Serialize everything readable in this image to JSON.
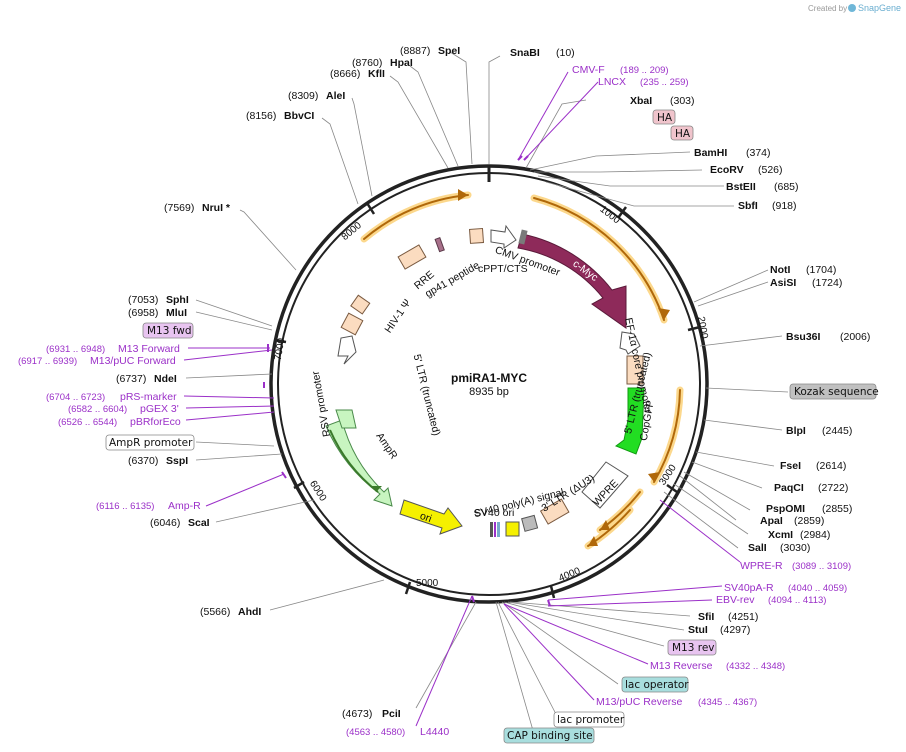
{
  "header": {
    "created_by": "Created by",
    "brand": "SnapGene"
  },
  "plasmid": {
    "name": "pmiRA1-MYC",
    "size": "8935 bp"
  },
  "ring_ticks": [
    "1000",
    "2000",
    "3000",
    "4000",
    "5000",
    "6000",
    "7000",
    "8000"
  ],
  "features": [
    "CMV promoter",
    "c-Myc",
    "EF-1α core promoter",
    "CopGFP",
    "WPRE",
    "3' LTR (ΔU3)",
    "SV40 poly(A) signal",
    "SV40 ori",
    "ori",
    "AmpR",
    "RSV promoter",
    "5' LTR (truncated)",
    "HIV-1 Ψ",
    "RRE",
    "gp41 peptide",
    "cPPT/CTS",
    "5' LTR (truncated)"
  ],
  "sites": [
    {
      "name": "SnaBI",
      "pos": "(10)"
    },
    {
      "name": "XbaI",
      "pos": "(303)"
    },
    {
      "name": "BamHI",
      "pos": "(374)"
    },
    {
      "name": "EcoRV",
      "pos": "(526)"
    },
    {
      "name": "BstEII",
      "pos": "(685)"
    },
    {
      "name": "SbfI",
      "pos": "(918)"
    },
    {
      "name": "NotI",
      "pos": "(1704)"
    },
    {
      "name": "AsiSI",
      "pos": "(1724)"
    },
    {
      "name": "Bsu36I",
      "pos": "(2006)"
    },
    {
      "name": "BlpI",
      "pos": "(2445)"
    },
    {
      "name": "FseI",
      "pos": "(2614)"
    },
    {
      "name": "PaqCI",
      "pos": "(2722)"
    },
    {
      "name": "PspOMI",
      "pos": "(2855)"
    },
    {
      "name": "ApaI",
      "pos": "(2859)"
    },
    {
      "name": "XcmI",
      "pos": "(2984)"
    },
    {
      "name": "SalI",
      "pos": "(3030)"
    },
    {
      "name": "SfiI",
      "pos": "(4251)"
    },
    {
      "name": "StuI",
      "pos": "(4297)"
    },
    {
      "name": "PciI",
      "pos": "(4673)"
    },
    {
      "name": "AhdI",
      "pos": "(5566)"
    },
    {
      "name": "ScaI",
      "pos": "(6046)"
    },
    {
      "name": "SspI",
      "pos": "(6370)"
    },
    {
      "name": "NdeI",
      "pos": "(6737)"
    },
    {
      "name": "MluI",
      "pos": "(6958)"
    },
    {
      "name": "SphI",
      "pos": "(7053)"
    },
    {
      "name": "NruI *",
      "pos": "(7569)"
    },
    {
      "name": "BbvCI",
      "pos": "(8156)"
    },
    {
      "name": "AleI",
      "pos": "(8309)"
    },
    {
      "name": "KflI",
      "pos": "(8666)"
    },
    {
      "name": "HpaI",
      "pos": "(8760)"
    },
    {
      "name": "SpeI",
      "pos": "(8887)"
    }
  ],
  "primers": [
    {
      "name": "CMV-F",
      "pos": "(189 .. 209)"
    },
    {
      "name": "LNCX",
      "pos": "(235 .. 259)"
    },
    {
      "name": "WPRE-R",
      "pos": "(3089 .. 3109)"
    },
    {
      "name": "SV40pA-R",
      "pos": "(4040 .. 4059)"
    },
    {
      "name": "EBV-rev",
      "pos": "(4094 .. 4113)"
    },
    {
      "name": "M13 Reverse",
      "pos": "(4332 .. 4348)"
    },
    {
      "name": "M13/pUC Reverse",
      "pos": "(4345 .. 4367)"
    },
    {
      "name": "L4440",
      "pos": "(4563 .. 4580)"
    },
    {
      "name": "Amp-R",
      "pos": "(6116 .. 6135)"
    },
    {
      "name": "pBRforEco",
      "pos": "(6526 .. 6544)"
    },
    {
      "name": "pGEX 3'",
      "pos": "(6582 .. 6604)"
    },
    {
      "name": "pRS-marker",
      "pos": "(6704 .. 6723)"
    },
    {
      "name": "M13/pUC Forward",
      "pos": "(6917 .. 6939)"
    },
    {
      "name": "M13 Forward",
      "pos": "(6931 .. 6948)"
    }
  ],
  "badges": [
    "HA",
    "HA",
    "Kozak sequence",
    "M13 rev",
    "lac operator",
    "lac promoter",
    "CAP binding site",
    "AmpR promoter",
    "M13 fwd"
  ],
  "colors": {
    "ring": "#222222",
    "site_text": "#111111",
    "primer": "#9b30c8",
    "leader": "#888888",
    "myc": "#8e2a5a",
    "gfp": "#22dd22",
    "ori": "#f5f000",
    "ampr": "#c8f5c0",
    "beige": "#fbdcc0",
    "orf_arc": "#b0680a",
    "orf_glow": "#fcd88c",
    "badge_pink": "#f0c4cc",
    "badge_gray": "#c0c0c0",
    "badge_teal": "#a8dede",
    "badge_purple": "#e8c4f0",
    "badge_white": "#ffffff"
  }
}
